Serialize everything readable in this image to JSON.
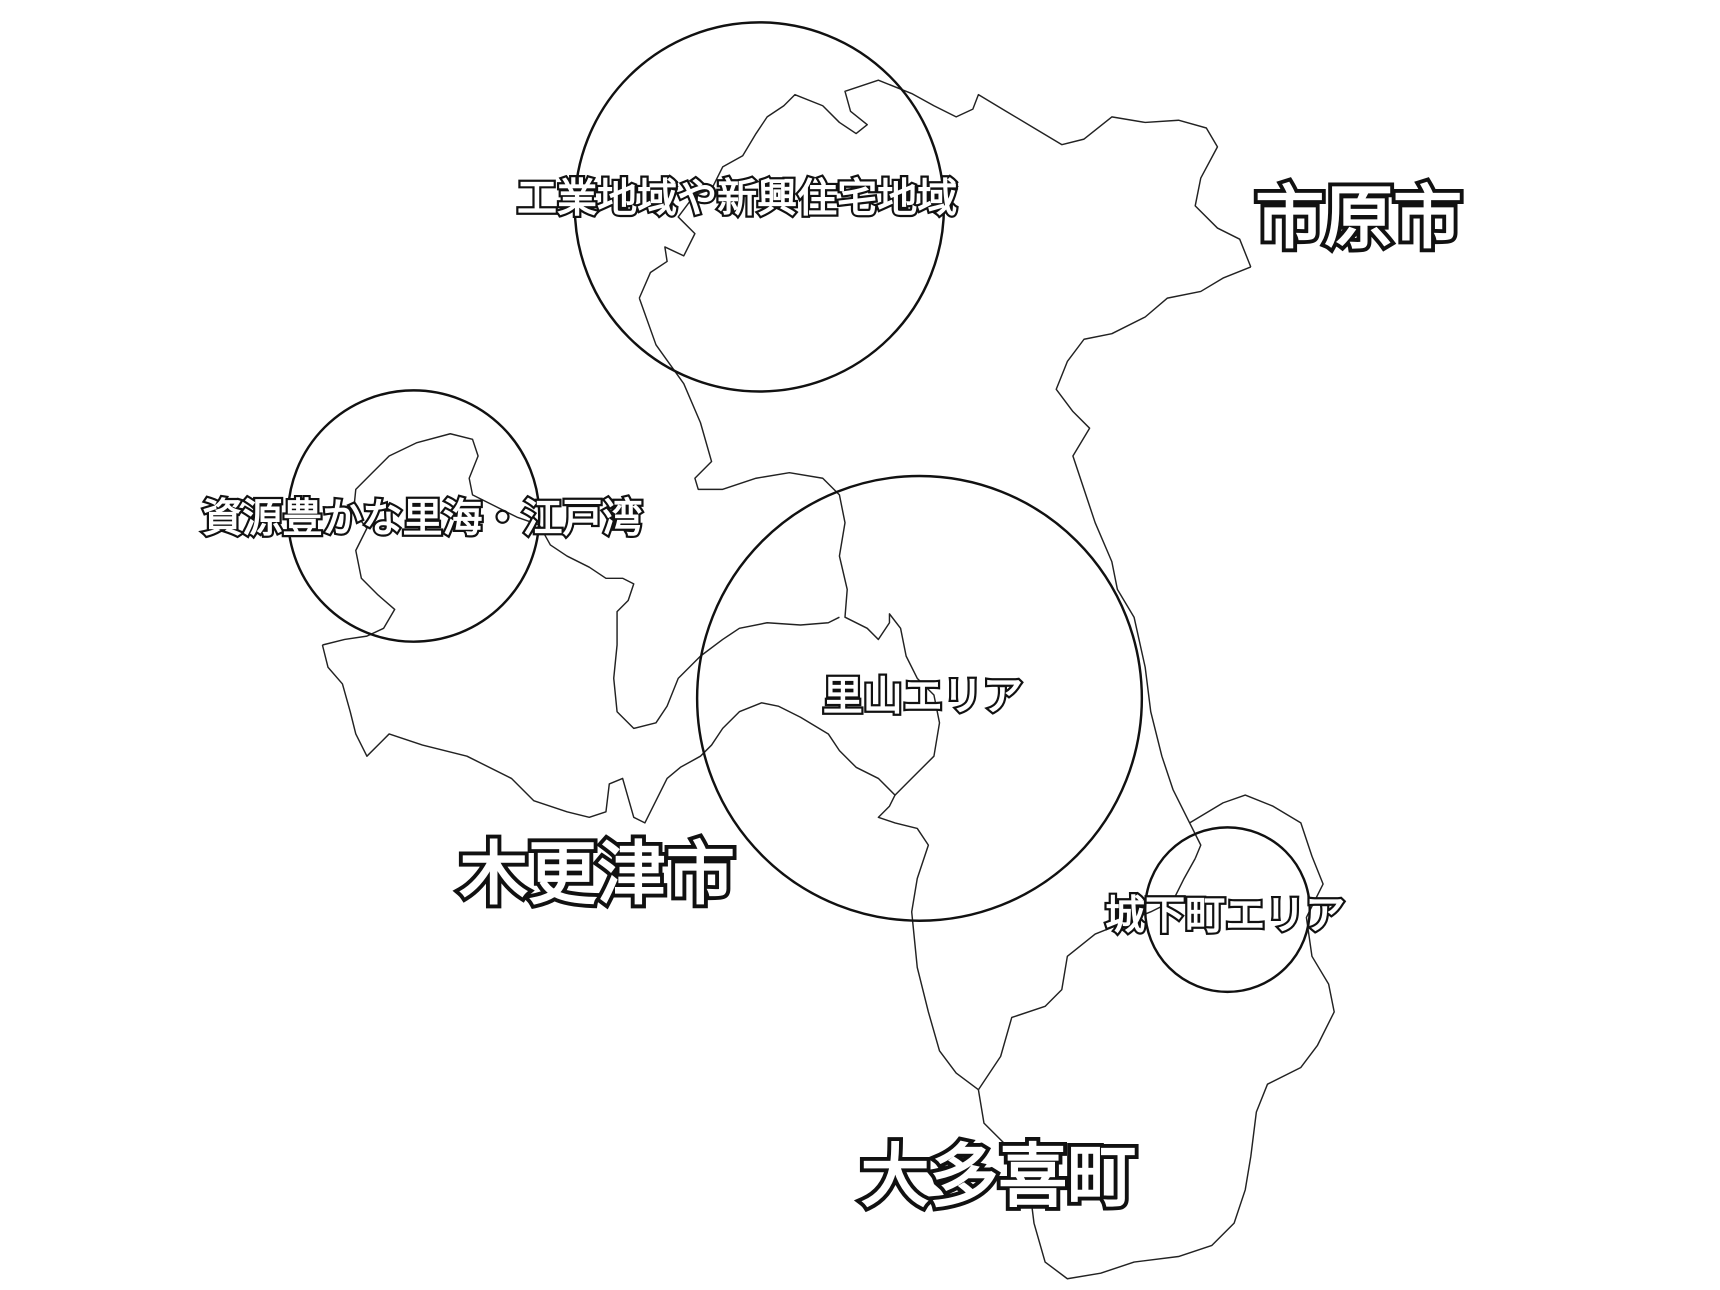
{
  "map": {
    "zones": [
      {
        "id": "industrial",
        "label": "工業地域や新興住宅地域"
      },
      {
        "id": "sea",
        "label": "資源豊かな里海・江戸湾"
      },
      {
        "id": "satoyama",
        "label": "里山エリア"
      },
      {
        "id": "castle-town",
        "label": "城下町エリア"
      }
    ],
    "municipalities": [
      {
        "id": "ichihara",
        "label": "市原市"
      },
      {
        "id": "kisarazu",
        "label": "木更津市"
      },
      {
        "id": "otaki",
        "label": "大多喜町"
      }
    ]
  }
}
